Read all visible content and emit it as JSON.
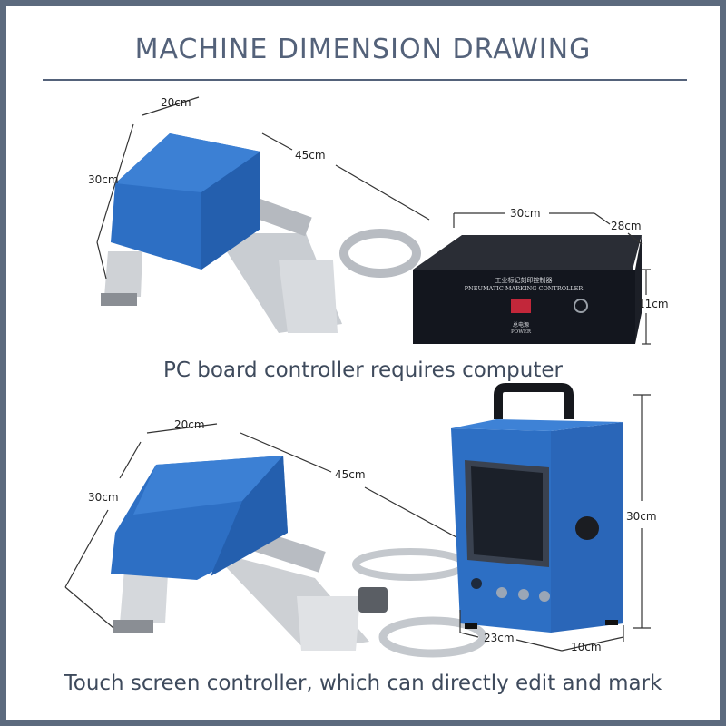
{
  "title": "MACHINE DIMENSION DRAWING",
  "section_top": {
    "caption": "PC board controller requires computer",
    "head_dims": {
      "width": "20cm",
      "length": "45cm",
      "height": "30cm"
    },
    "controller": {
      "panel_text_cn": "工业标记刻印控制器",
      "panel_text_en": "PNEUMATIC MARKING CONTROLLER",
      "power_cn": "总电源",
      "power_en": "POWER",
      "dims": {
        "width": "30cm",
        "depth": "28cm",
        "height": "11cm"
      }
    }
  },
  "section_bottom": {
    "caption": "Touch screen controller, which can directly edit and mark",
    "head_dims": {
      "width": "20cm",
      "length": "45cm",
      "height": "30cm"
    },
    "controller_dims": {
      "height": "30cm",
      "width": "23cm",
      "depth": "10cm"
    }
  },
  "colors": {
    "machine_blue": "#2d6fc4",
    "controller_dark": "#13161e",
    "frame": "#5c6a7e",
    "title_text": "#54627a"
  }
}
